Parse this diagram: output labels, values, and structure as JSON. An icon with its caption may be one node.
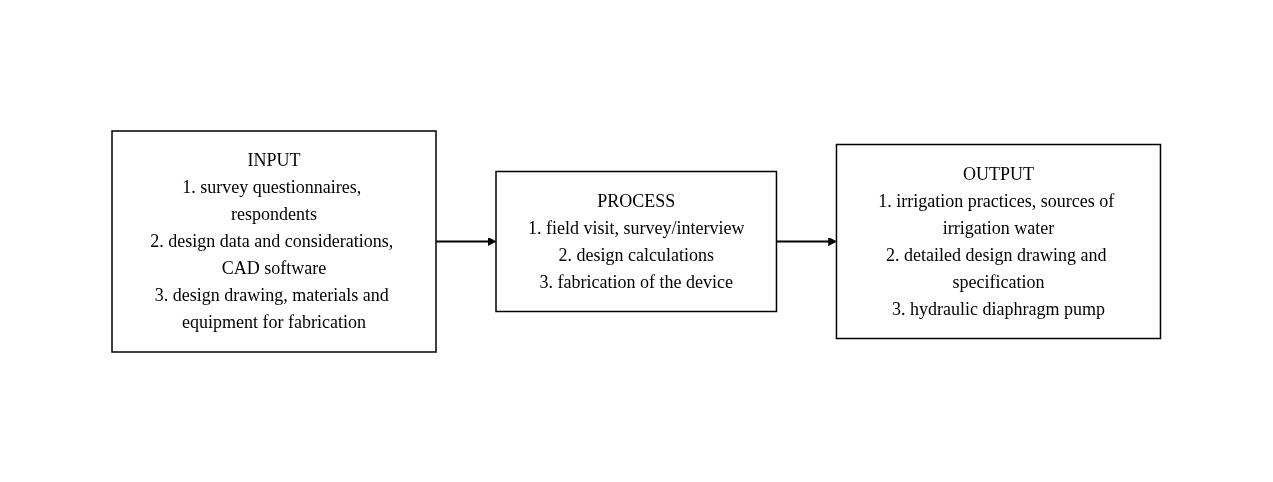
{
  "diagram": {
    "nodes": [
      {
        "text": [
          "INPUT",
          "1. survey questionnaires, respondents",
          "2. design data and considerations, CAD software",
          "3. design drawing, materials and equipment for fabrication"
        ]
      },
      {
        "text": [
          "PROCESS",
          "1. field visit, survey/interview",
          "2. design calculations",
          "3. fabrication of the device"
        ]
      },
      {
        "text": [
          "OUTPUT",
          "1. irrigation practices, sources of irrigation water",
          "2. detailed design drawing and specification",
          "3. hydraulic diaphragm pump"
        ]
      }
    ],
    "edges": [
      {
        "from": 0,
        "to": 1,
        "arrow": "to"
      },
      {
        "from": 1,
        "to": 2,
        "arrow": "to"
      }
    ]
  }
}
